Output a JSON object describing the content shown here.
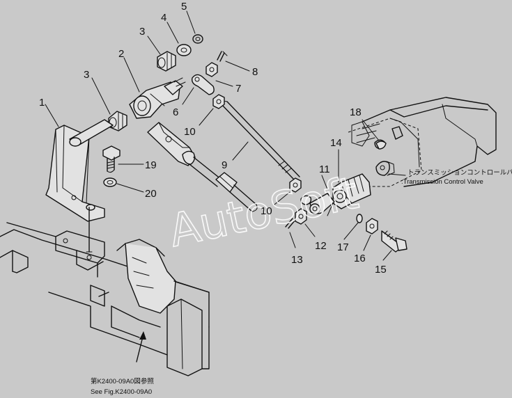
{
  "watermark": "AutoSoft",
  "labels": {
    "p1": "1",
    "p2": "2",
    "p3a": "3",
    "p3b": "3",
    "p4": "4",
    "p5": "5",
    "p6": "6",
    "p7": "7",
    "p8": "8",
    "p9": "9",
    "p10a": "10",
    "p10b": "10",
    "p11": "11",
    "p12": "12",
    "p13": "13",
    "p14": "14",
    "p15": "15",
    "p16": "16",
    "p17": "17",
    "p18": "18",
    "p19": "19",
    "p20": "20"
  },
  "callouts": {
    "valve_jp": "トランスミッションコントロールバルブ",
    "valve_en": ":Transmission  Control  Valve",
    "ref_jp": "第K2400-09A0図参照",
    "ref_en": "See Fig.K2400-09A0"
  }
}
